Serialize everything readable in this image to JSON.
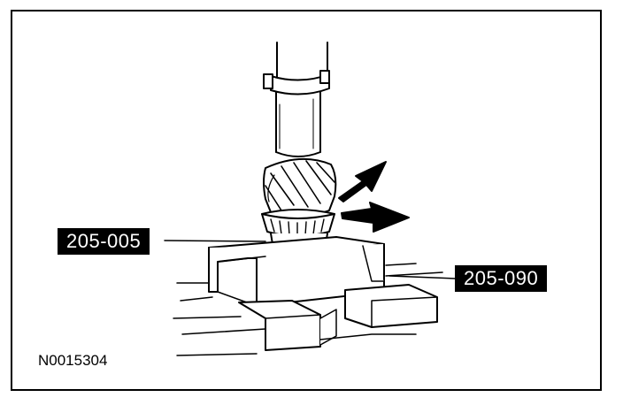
{
  "callouts": {
    "tool_left": "205-005",
    "tool_right": "205-090"
  },
  "figure_id": "N0015304",
  "colors": {
    "line": "#000000",
    "callout_bg": "#000000",
    "callout_text": "#ffffff"
  }
}
